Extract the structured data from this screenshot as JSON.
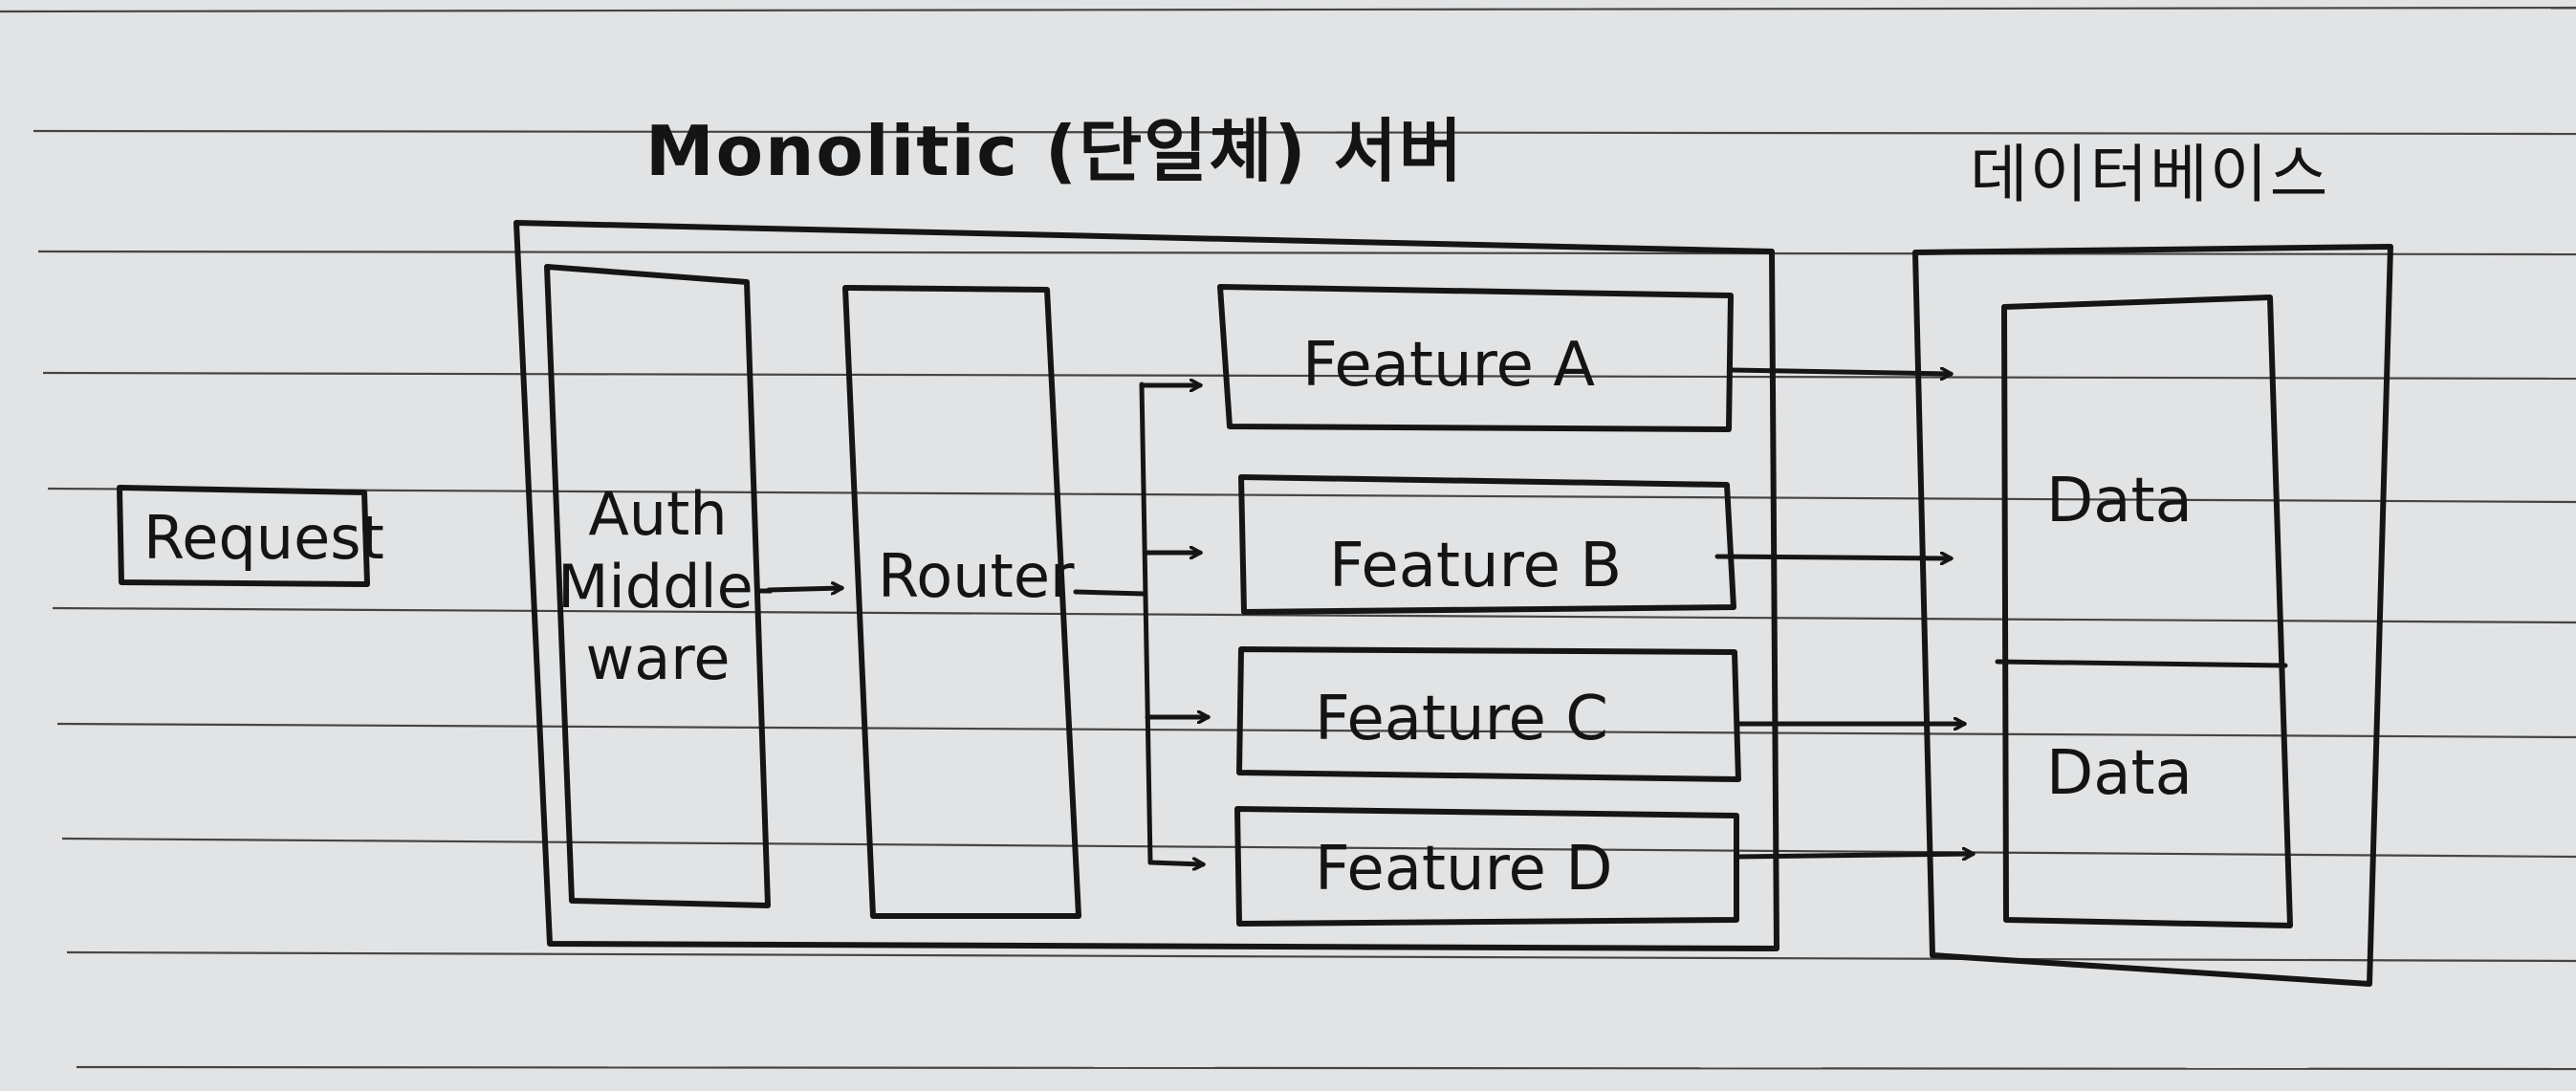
{
  "diagram": {
    "request_label": "Request",
    "server": {
      "title": "Monolitic (단일체) 서버",
      "auth": {
        "line1": "Auth",
        "line2": "Middle-",
        "line3": "ware"
      },
      "router_label": "Router",
      "features": [
        {
          "label": "Feature A"
        },
        {
          "label": "Feature B"
        },
        {
          "label": "Feature C"
        },
        {
          "label": "Feature D"
        }
      ]
    },
    "database": {
      "title": "데이터베이스",
      "partitions": [
        {
          "label": "Data"
        },
        {
          "label": "Data"
        }
      ]
    }
  },
  "colors": {
    "paper": "#e2e3e4",
    "ink": "#151515",
    "rule": "#2a2a2a"
  }
}
